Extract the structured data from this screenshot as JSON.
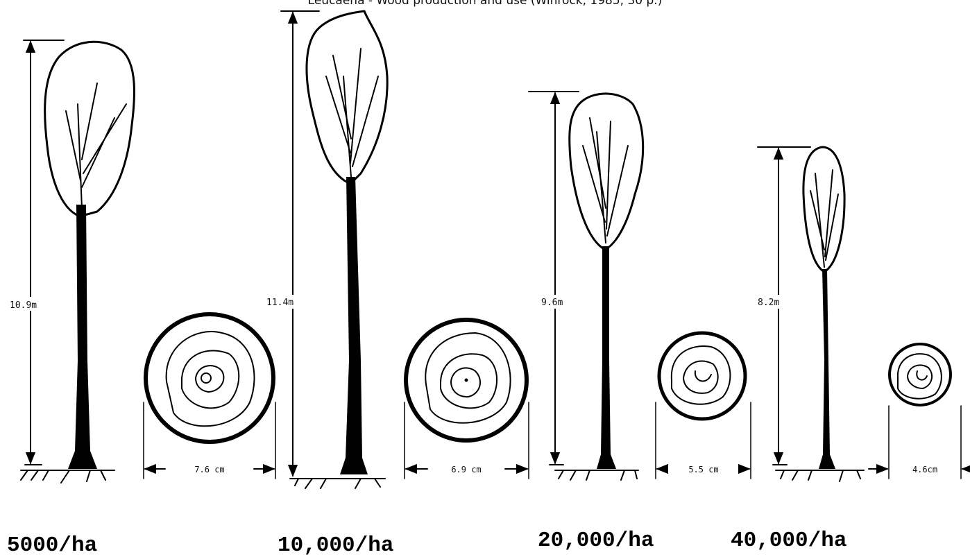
{
  "caption": "Leucaena - Wood production and use (Winrock, 1985, 30 p.)",
  "trees": [
    {
      "density": "5000/ha",
      "height": "10.9m",
      "diameter": "7.6 cm"
    },
    {
      "density": "10,000/ha",
      "height": "11.4m",
      "diameter": "6.9 cm"
    },
    {
      "density": "20,000/ha",
      "height": "9.6m",
      "diameter": "5.5 cm"
    },
    {
      "density": "40,000/ha",
      "height": "8.2m",
      "diameter": "4.6cm"
    }
  ],
  "colors": {
    "ink": "#000000",
    "background": "#ffffff"
  }
}
